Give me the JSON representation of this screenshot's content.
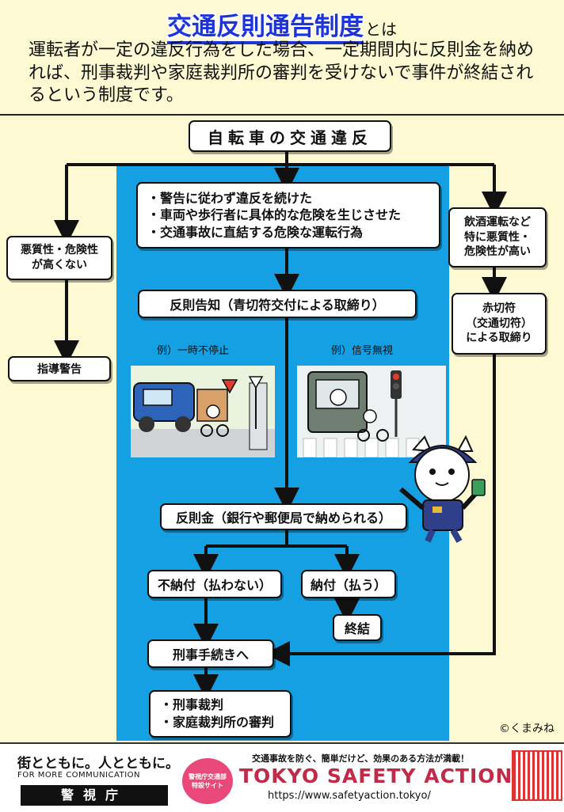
{
  "header": {
    "title": "交通反則通告制度",
    "title_suffix": "とは",
    "intro": "運転者が一定の違反行為をした場合、一定期間内に反則金を納めれば、刑事裁判や家庭裁判所の審判を受けないで事件が終結されるという制度です。"
  },
  "flow": {
    "top": "自転車の交通違反",
    "center_conditions": "・警告に従わず違反を続けた\n・車両や歩行者に具体的な危険を生じさせた\n・交通事故に直結する危険な運転行為",
    "left_condition": "悪質性・危険性\nが高くない",
    "left_result": "指導警告",
    "right_condition": "飲酒運転など\n特に悪質性・\n危険性が高い",
    "right_result": "赤切符\n（交通切符）\nによる取締り",
    "notice": "反則告知（青切符交付による取締り）",
    "example1": "例）一時不停止",
    "example2": "例）信号無視",
    "fine": "反則金（銀行や郵便局で納められる）",
    "nonpay": "不納付（払わない）",
    "pay": "納付（払う）",
    "end": "終結",
    "criminal_proc": "刑事手続きへ",
    "final": "・刑事裁判\n・家庭裁判所の審判"
  },
  "credit": "©くまみね",
  "footer": {
    "slogan": "街とともに。人とともに。",
    "sub": "FOR MORE COMMUNICATION",
    "agency": "警視庁",
    "badge": "警視庁交通部\n特設サイト",
    "tagline": "交通事故を防ぐ、簡単だけど、効果のある方法が満載！",
    "brand": "TOKYO SAFETY ACTION",
    "url": "https://www.safetyaction.tokyo/"
  },
  "colors": {
    "background": "#fdf9d2",
    "blue_panel": "#14a0e2",
    "title": "#1d35d8"
  }
}
